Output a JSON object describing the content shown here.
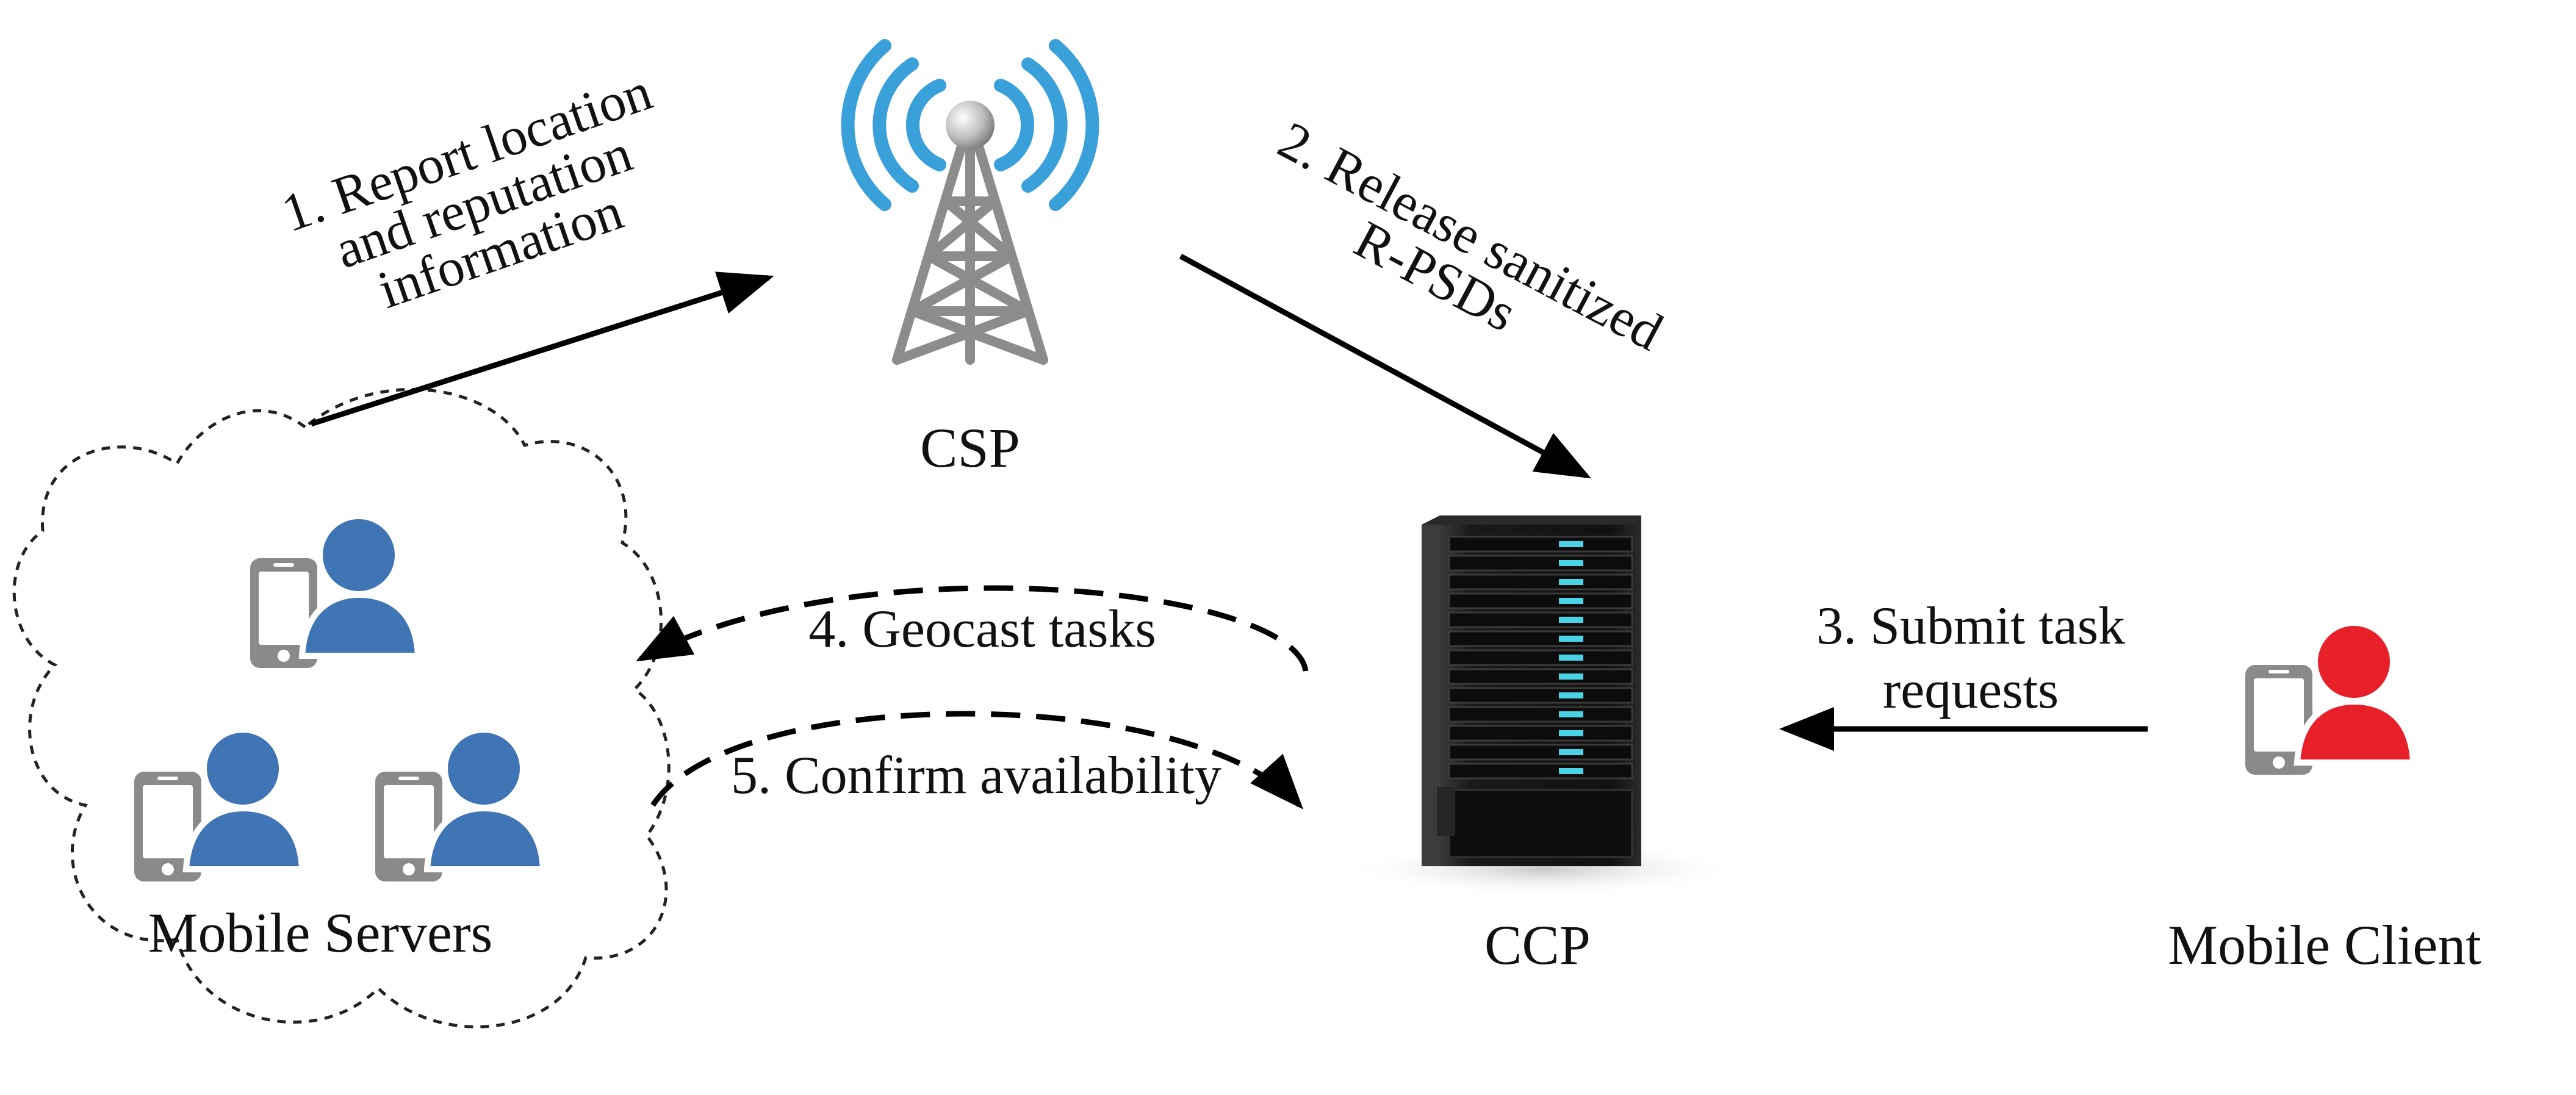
{
  "nodes": {
    "csp": "CSP",
    "ccp": "CCP",
    "mobile_servers": "Mobile Servers",
    "mobile_client": "Mobile Client"
  },
  "steps": {
    "s1": [
      "1. Report location",
      "and reputation",
      "information"
    ],
    "s2": [
      "2. Release sanitized",
      "R-PSDs"
    ],
    "s3": [
      "3. Submit task",
      "requests"
    ],
    "s4": "4. Geocast tasks",
    "s5": "5. Confirm availability"
  },
  "colors": {
    "server_user": "#3f74b5",
    "client_user": "#e8202a",
    "phone": "#8a8a8a",
    "tower_signal": "#3aa0da",
    "tower_body": "#8c8c8c",
    "rack_body": "#1b1b1b",
    "rack_led": "#48d4e6",
    "arrow": "#000000"
  },
  "icons": {
    "tower": "cell-tower-icon",
    "server": "server-rack-icon",
    "user": "mobile-user-icon"
  }
}
